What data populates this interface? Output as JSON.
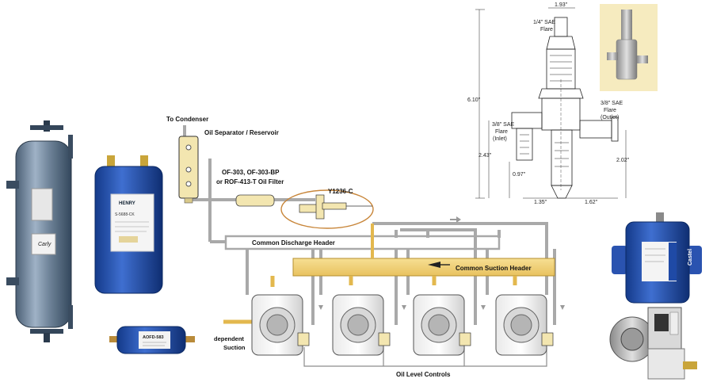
{
  "labels": {
    "to_condenser": "To  Condenser",
    "oil_separator": "Oil Separator / Reservoir",
    "oil_filter_line1": "OF-303, OF-303-BP",
    "oil_filter_line2": "or ROF-413-T Oil Filter",
    "regulator_model": "Y1236-C",
    "discharge_header": "Common Discharge Header",
    "suction_header": "Common Suction Header",
    "independent_1": "dependent",
    "independent_2": "Suction",
    "oil_level_controls": "Oil Level Controls"
  },
  "drawing": {
    "width_top": "1.93\"",
    "top_flare_1": "1/4\" SAE",
    "top_flare_2": "Flare",
    "height_total": "6.10\"",
    "outlet_1": "3/8\" SAE",
    "outlet_2": "Flare",
    "outlet_3": "(Outlet)",
    "inlet_1": "3/8\" SAE",
    "inlet_2": "Flare",
    "inlet_3": "(Inlet)",
    "height_inlet": "2.43\"",
    "height_outlet": "2.02\"",
    "height_small": "0.97\"",
    "width_left": "1.35\"",
    "width_right": "1.62\""
  },
  "products": {
    "tank_brand": "Carly",
    "receiver_brand": "HENRY",
    "receiver_model": "S-5688-CK",
    "filter_model": "AOFD-583",
    "castel_brand": "Castel"
  },
  "colors": {
    "pipe": "#a9a9a9",
    "header": "#f0d078",
    "separator": "#f3e6b0",
    "highlight": "#c8863a",
    "product_blue": "#1f4aa6"
  }
}
